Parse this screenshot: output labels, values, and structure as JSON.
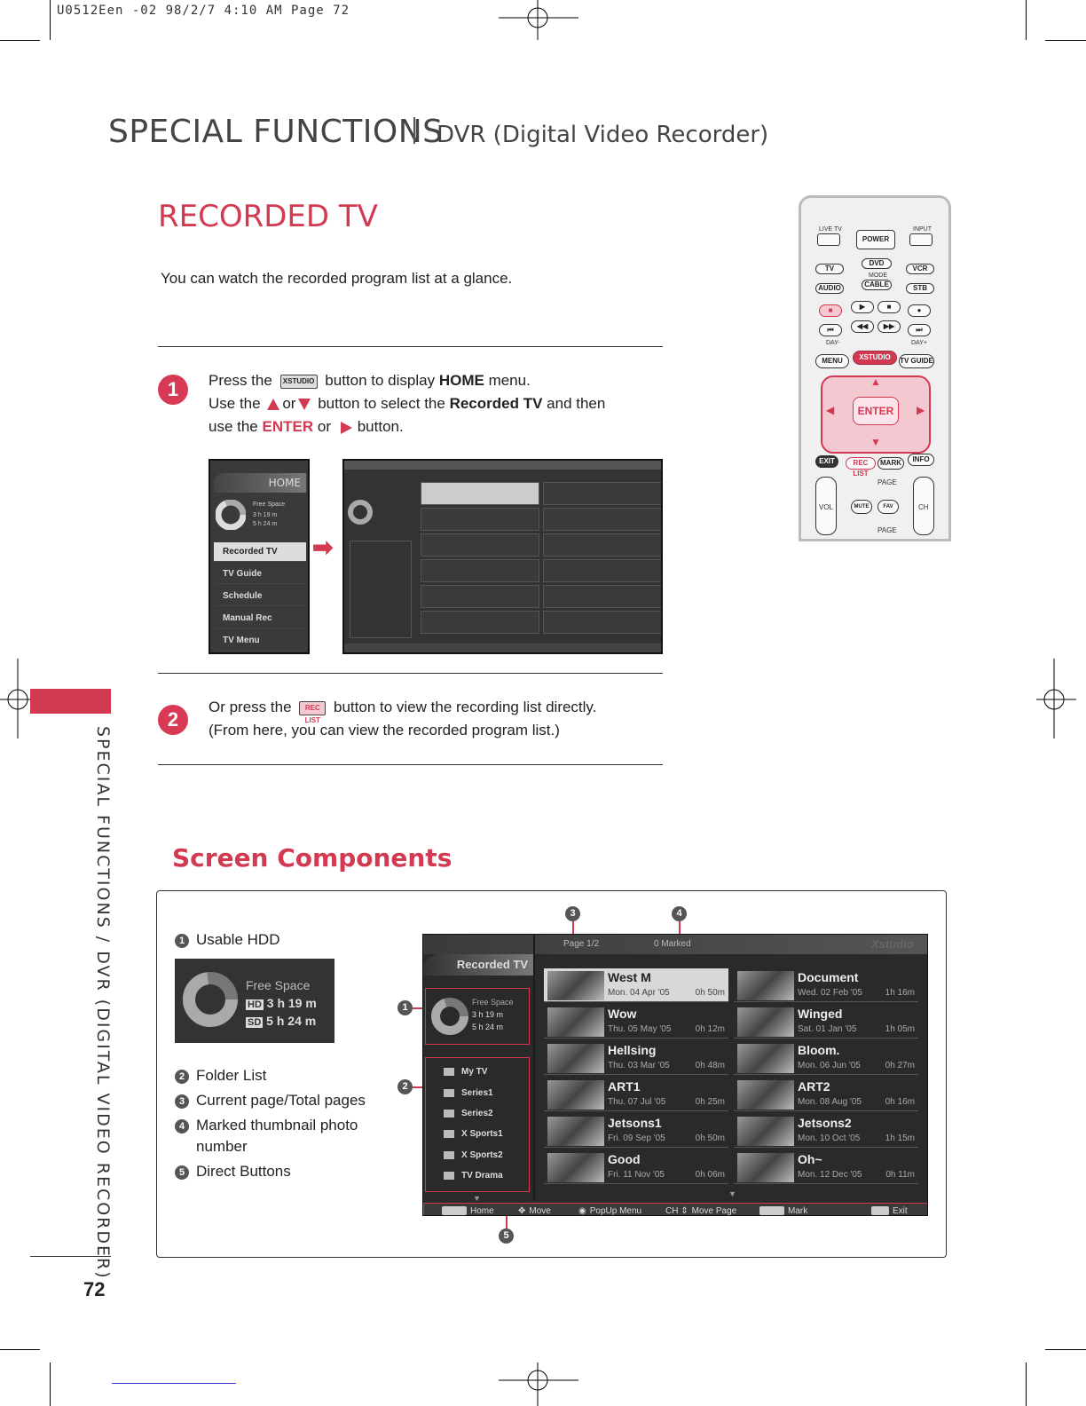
{
  "print_header": "U0512Een -02  98/2/7 4:10 AM  Page 72",
  "heading": {
    "section": "SPECIAL FUNCTIONS",
    "subsection": "DVR (Digital Video Recorder)"
  },
  "title": "RECORDED TV",
  "intro": "You can watch the recorded program list at a glance.",
  "step1": {
    "number": "1",
    "line1_pre": "Press the",
    "line1_btn": "XSTUDIO",
    "line1_mid": "button to display",
    "line1_bold": "HOME",
    "line1_post": "menu.",
    "line2_pre": "Use the",
    "line2_or": "or",
    "line2_mid": "button to select the",
    "line2_bold": "Recorded TV",
    "line2_post": "and then",
    "line3_pre": "use the",
    "line3_enter": "ENTER",
    "line3_or": "or",
    "line3_post": "button."
  },
  "step2": {
    "number": "2",
    "line1_pre": "Or press the",
    "line1_btn": "REC LIST",
    "line1_post": "button to view the recording list directly.",
    "line2": "(From here, you can view the recorded program list.)"
  },
  "home_menu": {
    "title": "HOME",
    "free_space": "Free Space",
    "hd": "3 h 19 m",
    "sd": "5 h 24 m",
    "items": [
      "Recorded TV",
      "TV Guide",
      "Schedule",
      "Manual Rec",
      "TV Menu"
    ]
  },
  "sidebar_vertical": "SPECIAL FUNCTIONS / DVR (DIGITAL VIDEO RECORDER)",
  "page_number": "72",
  "screen_components": {
    "title": "Screen Components",
    "legend": [
      {
        "num": "1",
        "text": "Usable HDD"
      },
      {
        "num": "2",
        "text": "Folder List"
      },
      {
        "num": "3",
        "text": "Current page/Total pages"
      },
      {
        "num": "4",
        "text": "Marked thumbnail photo"
      },
      {
        "num": "",
        "text": "number"
      },
      {
        "num": "5",
        "text": "Direct Buttons"
      }
    ],
    "hdd": {
      "label": "Free Space",
      "hd_badge": "HD",
      "hd_value": "3 h 19 m",
      "sd_badge": "SD",
      "sd_value": "5 h 24 m"
    }
  },
  "recorded_tv_screen": {
    "header_title": "Recorded TV",
    "page": "Page  1/2",
    "marked": "0 Marked",
    "brand": "Xstudio",
    "free_space": "Free Space",
    "hd": "3 h 19 m",
    "sd": "5 h 24 m",
    "folders": [
      "My TV",
      "Series1",
      "Series2",
      "X Sports1",
      "X Sports2",
      "TV Drama"
    ],
    "programs": [
      {
        "name": "West M",
        "date": "Mon. 04 Apr '05",
        "dur": "0h 50m"
      },
      {
        "name": "Document",
        "date": "Wed. 02 Feb '05",
        "dur": "1h 16m"
      },
      {
        "name": "Wow",
        "date": "Thu. 05 May '05",
        "dur": "0h 12m"
      },
      {
        "name": "Winged",
        "date": "Sat. 01 Jan '05",
        "dur": "1h 05m"
      },
      {
        "name": "Hellsing",
        "date": "Thu. 03 Mar '05",
        "dur": "0h 48m"
      },
      {
        "name": "Bloom.",
        "date": "Mon. 06 Jun '05",
        "dur": "0h 27m"
      },
      {
        "name": "ART1",
        "date": "Thu. 07 Jul '05",
        "dur": "0h 25m"
      },
      {
        "name": "ART2",
        "date": "Mon. 08 Aug '05",
        "dur": "0h 16m"
      },
      {
        "name": "Jetsons1",
        "date": "Fri. 09 Sep '05",
        "dur": "0h 50m"
      },
      {
        "name": "Jetsons2",
        "date": "Mon. 10 Oct '05",
        "dur": "1h 15m"
      },
      {
        "name": "Good",
        "date": "Fri. 11 Nov '05",
        "dur": "0h 06m"
      },
      {
        "name": "Oh~",
        "date": "Mon. 12 Dec '05",
        "dur": "0h 11m"
      }
    ],
    "footer": {
      "home": "Home",
      "move": "Move",
      "popup": "PopUp Menu",
      "move_page": "Move Page",
      "mark": "Mark",
      "exit": "Exit"
    }
  },
  "remote": {
    "live_tv": "LIVE TV",
    "power": "POWER",
    "input": "INPUT",
    "tv": "TV",
    "dvd": "DVD",
    "vcr": "VCR",
    "mode": "MODE",
    "audio": "AUDIO",
    "cable": "CABLE",
    "stb": "STB",
    "day_minus": "DAY-",
    "day_plus": "DAY+",
    "menu": "MENU",
    "xstudio": "XSTUDIO",
    "tv_guide": "TV GUIDE",
    "enter": "ENTER",
    "exit": "EXIT",
    "rec_list": "REC LIST",
    "mark": "MARK",
    "info": "INFO",
    "page_up": "PAGE",
    "page_down": "PAGE",
    "vol": "VOL",
    "mute": "MUTE",
    "fav": "FAV",
    "ch": "CH"
  }
}
